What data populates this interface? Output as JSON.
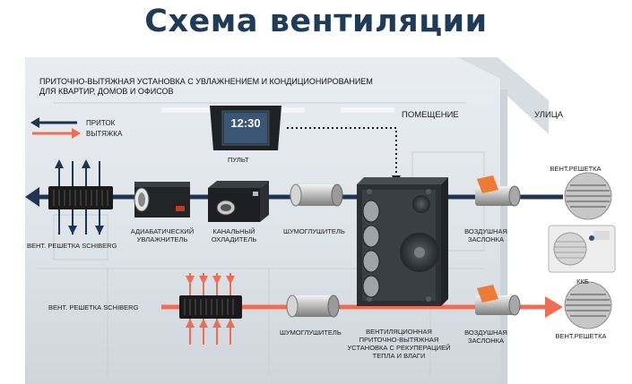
{
  "title": "Схема вентиляции",
  "subtitle_line1": "ПРИТОЧНО-ВЫТЯЖНАЯ УСТАНОВКА С УВЛАЖНЕНИЕМ И КОНДИЦИОНИРОВАНИЕМ",
  "subtitle_line2": "ДЛЯ КВАРТИР, ДОМОВ И ОФИСОВ",
  "legend": {
    "supply": "ПРИТОК",
    "exhaust": "ВЫТЯЖКА",
    "supply_color": "#1d3552",
    "exhaust_color": "#ef6d55"
  },
  "zones": {
    "room": "ПОМЕЩЕНИЕ",
    "street": "УЛИЦА"
  },
  "panel": {
    "label": "ПУЛЬТ",
    "screen_time": "12:30"
  },
  "components": {
    "grille_top": "ВЕНТ. РЕШЕТКА  SCHIBERG",
    "grille_bottom": "ВЕНТ. РЕШЕТКА  SCHIBERG",
    "humidifier_l1": "АДИАБАТИЧЕСКИЙ",
    "humidifier_l2": "УВЛАЖНИТЕЛЬ",
    "cooler_l1": "КАНАЛЬНЫЙ",
    "cooler_l2": "ОХЛАДИТЕЛЬ",
    "silencer_top": "ШУМОГЛУШИТЕЛЬ",
    "silencer_bottom": "ШУМОГЛУШИТЕЛЬ",
    "unit_l1": "ВЕНТИЛЯЦИОННАЯ",
    "unit_l2": "ПРИТОЧНО-ВЫТЯЖНАЯ",
    "unit_l3": "УСТАНОВКА С РЕКУПЕРАЦИЕЙ",
    "unit_l4": "ТЕПЛА И ВЛАГИ",
    "damper_top_l1": "ВОЗДУШНАЯ",
    "damper_top_l2": "ЗАСЛОНКА",
    "damper_bottom_l1": "ВОЗДУШНАЯ",
    "damper_bottom_l2": "ЗАСЛОНКА",
    "kkb": "ККБ",
    "street_grille_top": "ВЕНТ.РЕШЕТКА",
    "street_grille_bottom": "ВЕНТ.РЕШЕТКА"
  }
}
